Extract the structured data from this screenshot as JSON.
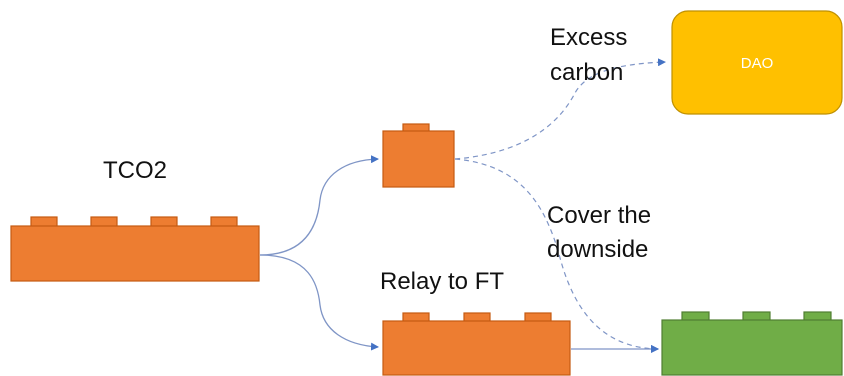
{
  "colors": {
    "orange_brick": "#ED7D31",
    "orange_brick_border": "#C55A11",
    "green_brick": "#70AD47",
    "green_brick_border": "#507E32",
    "dao_fill": "#FFC000",
    "dao_border": "#BF9000",
    "arrow": "#4472C4"
  },
  "nodes": {
    "tco2": {
      "label": "TCO2"
    },
    "relay": {
      "label": "Relay to FT"
    },
    "dao": {
      "label": "DAO"
    }
  },
  "edges": {
    "excess": {
      "label_line1": "Excess",
      "label_line2": "carbon"
    },
    "cover": {
      "label_line1": "Cover the",
      "label_line2": "downside"
    }
  }
}
